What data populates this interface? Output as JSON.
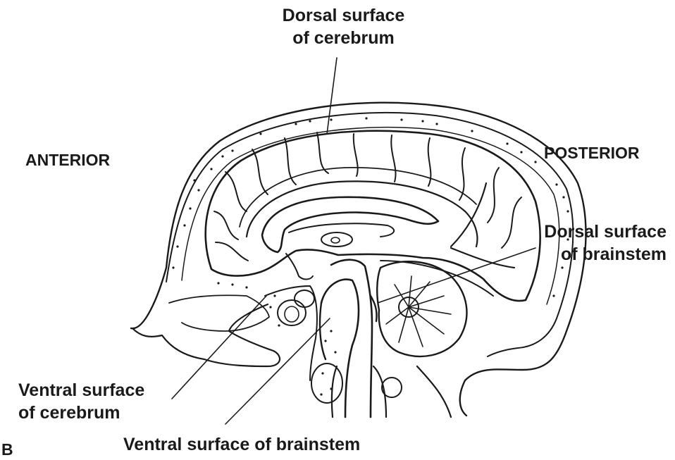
{
  "labels": {
    "dorsal_cerebrum": [
      "Dorsal surface",
      "of cerebrum"
    ],
    "anterior": "ANTERIOR",
    "posterior": "POSTERIOR",
    "dorsal_brainstem": [
      "Dorsal surface",
      "of brainstem"
    ],
    "ventral_cerebrum": [
      "Ventral surface",
      "of cerebrum"
    ],
    "ventral_brainstem": "Ventral surface of brainstem",
    "panel_letter": "B"
  },
  "style": {
    "ink": "#1a1a1a",
    "paper": "#ffffff"
  }
}
